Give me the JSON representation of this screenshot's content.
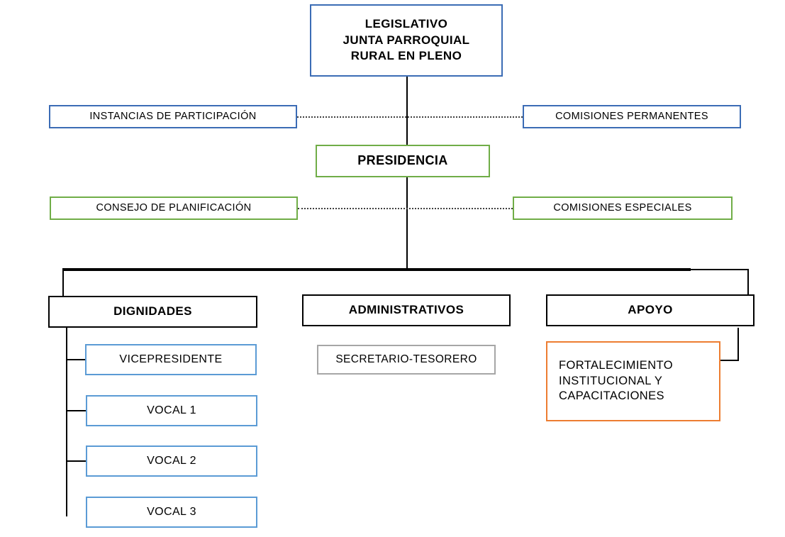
{
  "diagram": {
    "title": "Organigrama Junta Parroquial Rural",
    "type": "organizational-chart",
    "colors": {
      "blue": "#3b6cb5",
      "light_blue": "#5b9bd5",
      "green": "#70ad47",
      "black": "#000000",
      "gray": "#a6a6a6",
      "orange": "#ed7d31",
      "connector": "#000000",
      "dotted_connector": "#404040"
    },
    "nodes": {
      "legislativo": "LEGISLATIVO\nJUNTA PARROQUIAL\nRURAL EN PLENO",
      "instancias": "INSTANCIAS  DE PARTICIPACIÓN",
      "comisiones_permanentes": "COMISIONES  PERMANENTES",
      "presidencia": "PRESIDENCIA",
      "consejo_planificacion": "CONSEJO DE PLANIFICACIÓN",
      "comisiones_especiales": "COMISIONES  ESPECIALES",
      "dignidades": "DIGNIDADES",
      "administrativos": "ADMINISTRATIVOS",
      "apoyo": "APOYO",
      "vicepresidente": "VICEPRESIDENTE",
      "vocal_1": "VOCAL 1",
      "vocal_2": "VOCAL 2",
      "vocal_3": "VOCAL 3",
      "secretario_tesorero": "SECRETARIO-TESORERO",
      "fortalecimiento": "FORTALECIMIENTO\nINSTITUCIONAL   Y\nCAPACITACIONES"
    }
  }
}
